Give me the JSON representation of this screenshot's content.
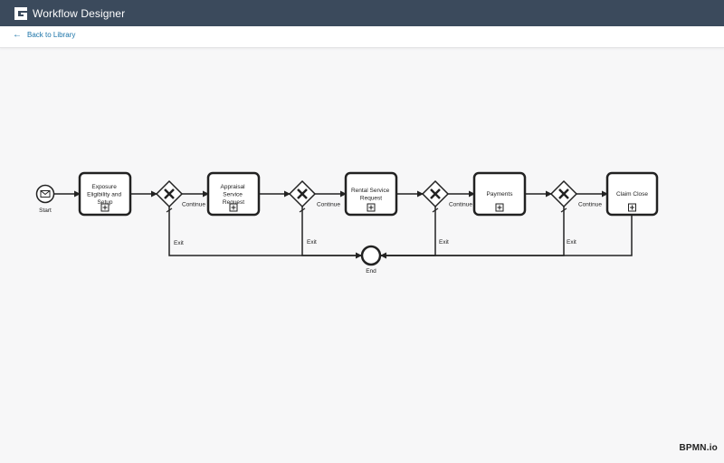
{
  "app": {
    "title": "Workflow Designer"
  },
  "nav": {
    "back_label": "Back to Library"
  },
  "diagram": {
    "start_event": "Start",
    "end_event": "End",
    "tasks": [
      {
        "lines": [
          "Exposure",
          "Eligibility and",
          "Setup"
        ]
      },
      {
        "lines": [
          "Appraisal",
          "Service",
          "Request"
        ]
      },
      {
        "lines": [
          "Rental Service",
          "Request"
        ]
      },
      {
        "lines": [
          "Payments"
        ]
      },
      {
        "lines": [
          "Claim Close"
        ]
      }
    ],
    "continue_labels": [
      "Continue",
      "Continue",
      "Continue",
      "Continue"
    ],
    "exit_labels": [
      "Exit",
      "Exit",
      "Exit",
      "Exit"
    ]
  },
  "watermark": "BPMN.io"
}
